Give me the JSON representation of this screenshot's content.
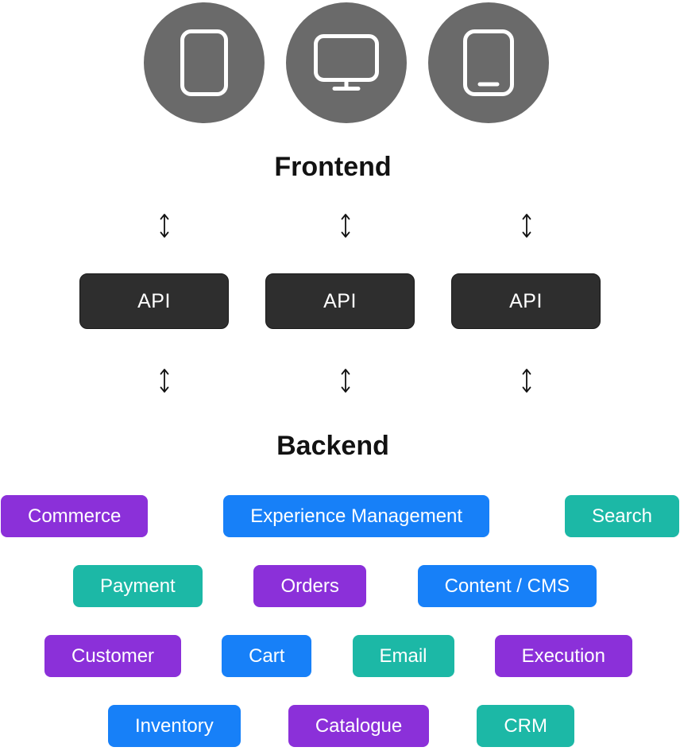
{
  "diagram": {
    "frontend_label": "Frontend",
    "backend_label": "Backend",
    "devices": [
      {
        "icon": "smartphone-icon"
      },
      {
        "icon": "desktop-monitor-icon"
      },
      {
        "icon": "tablet-icon"
      }
    ],
    "api_boxes": [
      {
        "label": "API"
      },
      {
        "label": "API"
      },
      {
        "label": "API"
      }
    ],
    "colors": {
      "purple": "#8b30d9",
      "blue": "#1780f8",
      "teal": "#1cb8a6",
      "api_bg": "#2e2e2e",
      "circle_bg": "#6a6a6a"
    },
    "backend_rows": [
      [
        {
          "label": "Commerce",
          "color": "purple"
        },
        {
          "label": "Experience Management",
          "color": "blue"
        },
        {
          "label": "Search",
          "color": "teal"
        }
      ],
      [
        {
          "label": "Payment",
          "color": "teal"
        },
        {
          "label": "Orders",
          "color": "purple"
        },
        {
          "label": "Content / CMS",
          "color": "blue"
        }
      ],
      [
        {
          "label": "Customer",
          "color": "purple"
        },
        {
          "label": "Cart",
          "color": "blue"
        },
        {
          "label": "Email",
          "color": "teal"
        },
        {
          "label": "Execution",
          "color": "purple"
        }
      ],
      [
        {
          "label": "Inventory",
          "color": "blue"
        },
        {
          "label": "Catalogue",
          "color": "purple"
        },
        {
          "label": "CRM",
          "color": "teal"
        }
      ]
    ]
  }
}
